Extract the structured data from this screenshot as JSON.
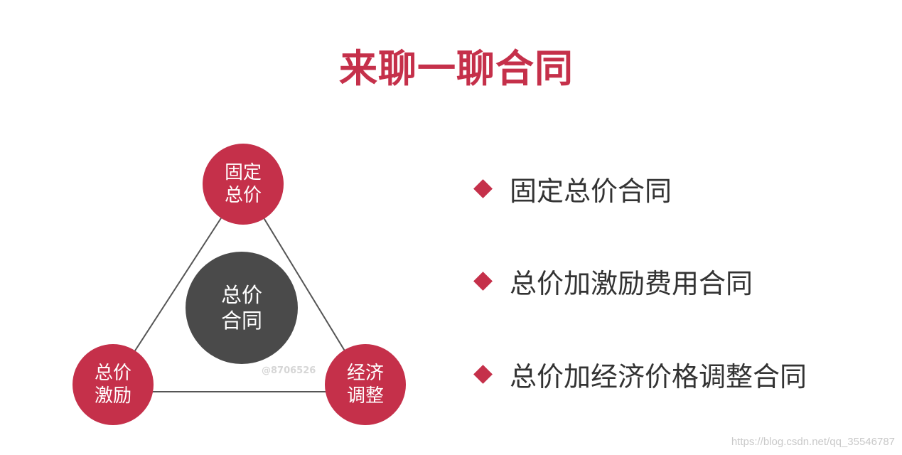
{
  "title": "来聊一聊合同",
  "diagram": {
    "center": {
      "line1": "总价",
      "line2": "合同"
    },
    "top": {
      "line1": "固定",
      "line2": "总价"
    },
    "bottom_left": {
      "line1": "总价",
      "line2": "激励"
    },
    "bottom_right": {
      "line1": "经济",
      "line2": "调整"
    },
    "small_watermark": "@8706526"
  },
  "list": {
    "items": [
      {
        "label": "固定总价合同"
      },
      {
        "label": "总价加激励费用合同"
      },
      {
        "label": "总价加经济价格调整合同"
      }
    ]
  },
  "watermark": "https://blog.csdn.net/qq_35546787",
  "colors": {
    "accent": "#c5304a",
    "center": "#4a4a4a",
    "text": "#333333",
    "line": "#555555"
  }
}
